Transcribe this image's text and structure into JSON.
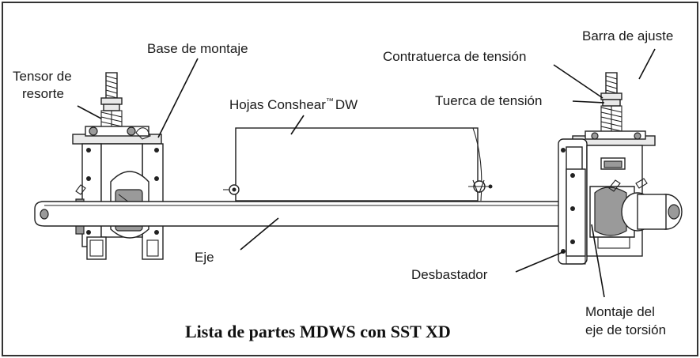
{
  "title": "Lista de partes MDWS con SST XD",
  "labels": {
    "tensor_line1": "Tensor de",
    "tensor_line2": "resorte",
    "base_montaje": "Base de montaje",
    "hojas_prefix": "Hojas Conshear",
    "hojas_tm": "™",
    "hojas_suffix": "DW",
    "contratuerca": "Contratuerca de tensión",
    "barra_ajuste": "Barra de ajuste",
    "tuerca": "Tuerca de tensión",
    "eje": "Eje",
    "desbastador": "Desbastador",
    "montaje_line1": "Montaje del",
    "montaje_line2": "eje de torsión"
  }
}
